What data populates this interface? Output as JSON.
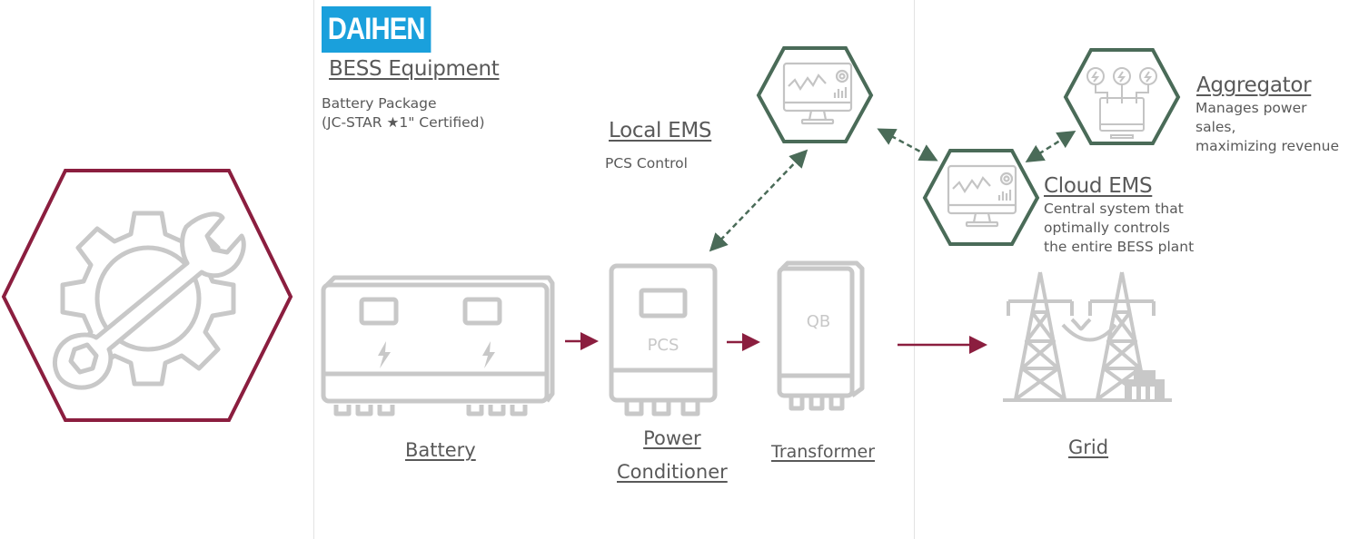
{
  "brand": {
    "logo_text": "DAIHEN",
    "logo_color": "#1aa0dc"
  },
  "section": {
    "title": "BESS Equipment",
    "desc_lines": [
      "Battery Package",
      "(JC-STAR ★1\" Certified)"
    ]
  },
  "local_ems": {
    "title": "Local EMS",
    "desc": "PCS Control"
  },
  "cloud_ems": {
    "title": "Cloud EMS",
    "desc_lines": [
      "Central system that",
      "optimally controls",
      "the entire BESS plant"
    ]
  },
  "aggregator": {
    "title": "Aggregator",
    "desc_lines": [
      "Manages power",
      "sales,",
      "maximizing revenue"
    ]
  },
  "equipment": {
    "battery": {
      "label": "Battery"
    },
    "pcs": {
      "label_lines": [
        "Power",
        "Conditioner"
      ],
      "device_text": "PCS"
    },
    "transformer": {
      "label": "Transformer",
      "device_text": "QB"
    },
    "grid": {
      "label": "Grid"
    }
  },
  "colors": {
    "maintenance_hex": "#8b1e3f",
    "ems_hex": "#4a6b58",
    "flow_arrow": "#8b1e3f",
    "icon_gray": "#c4c4c4",
    "text": "#595959"
  },
  "icons": {
    "left": "gear-wrench-icon",
    "local_ems": "monitor-chart-icon",
    "cloud_ems": "monitor-chart-icon",
    "aggregator": "aggregator-monitor-icon",
    "battery": "battery-package-icon",
    "pcs": "power-conditioner-icon",
    "transformer": "transformer-icon",
    "grid": "transmission-tower-icon"
  }
}
